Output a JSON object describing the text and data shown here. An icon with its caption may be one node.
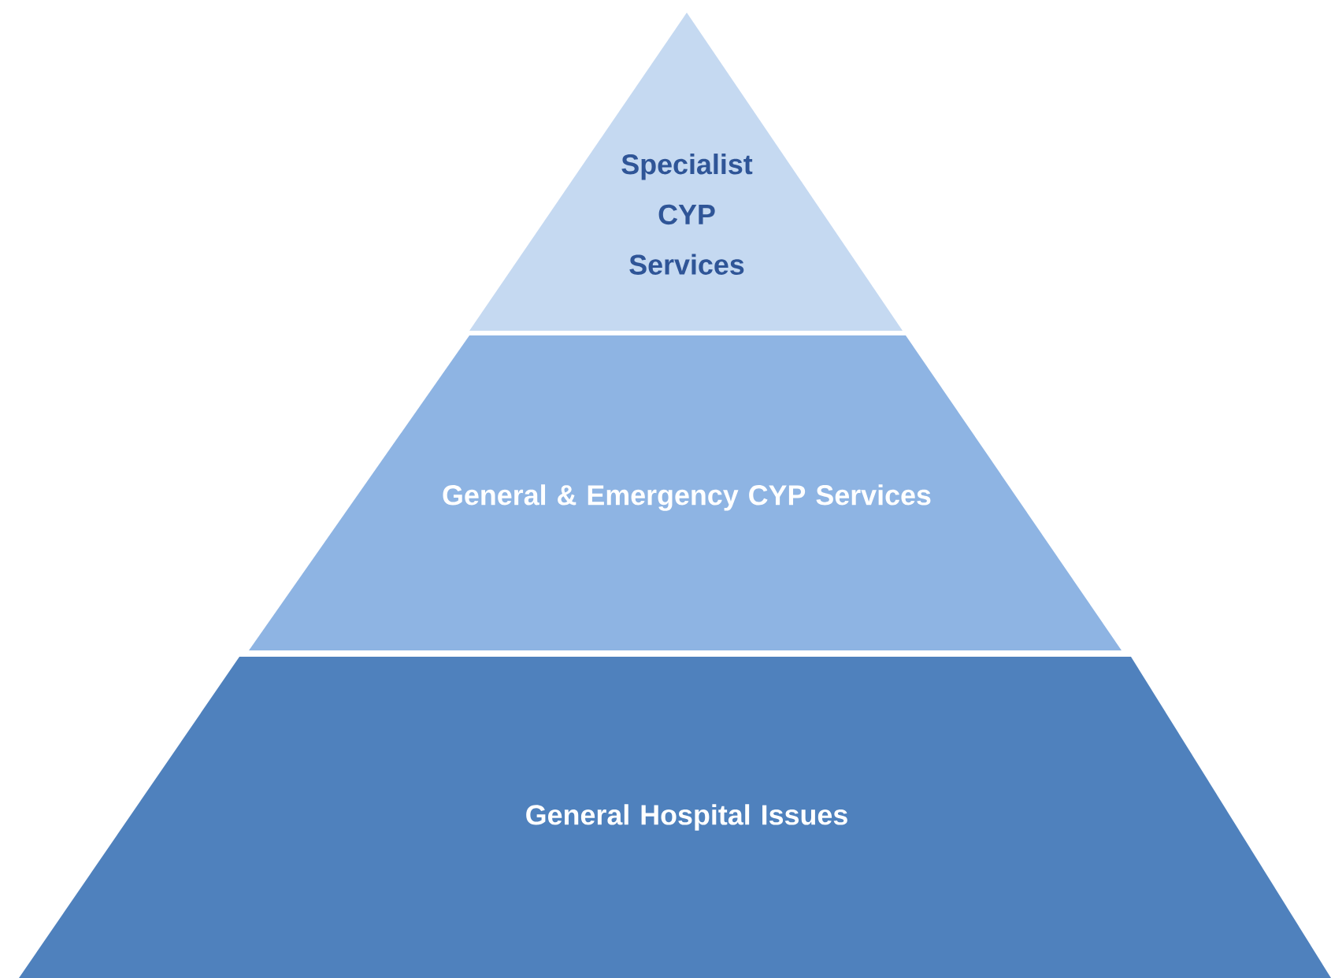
{
  "diagram": {
    "nodes": [
      {
        "text": [
          "Specialist CYP Services"
        ]
      },
      {
        "text": [
          "General & Emergency CYP Services"
        ]
      },
      {
        "text": [
          "General Hospital Issues"
        ]
      }
    ]
  }
}
